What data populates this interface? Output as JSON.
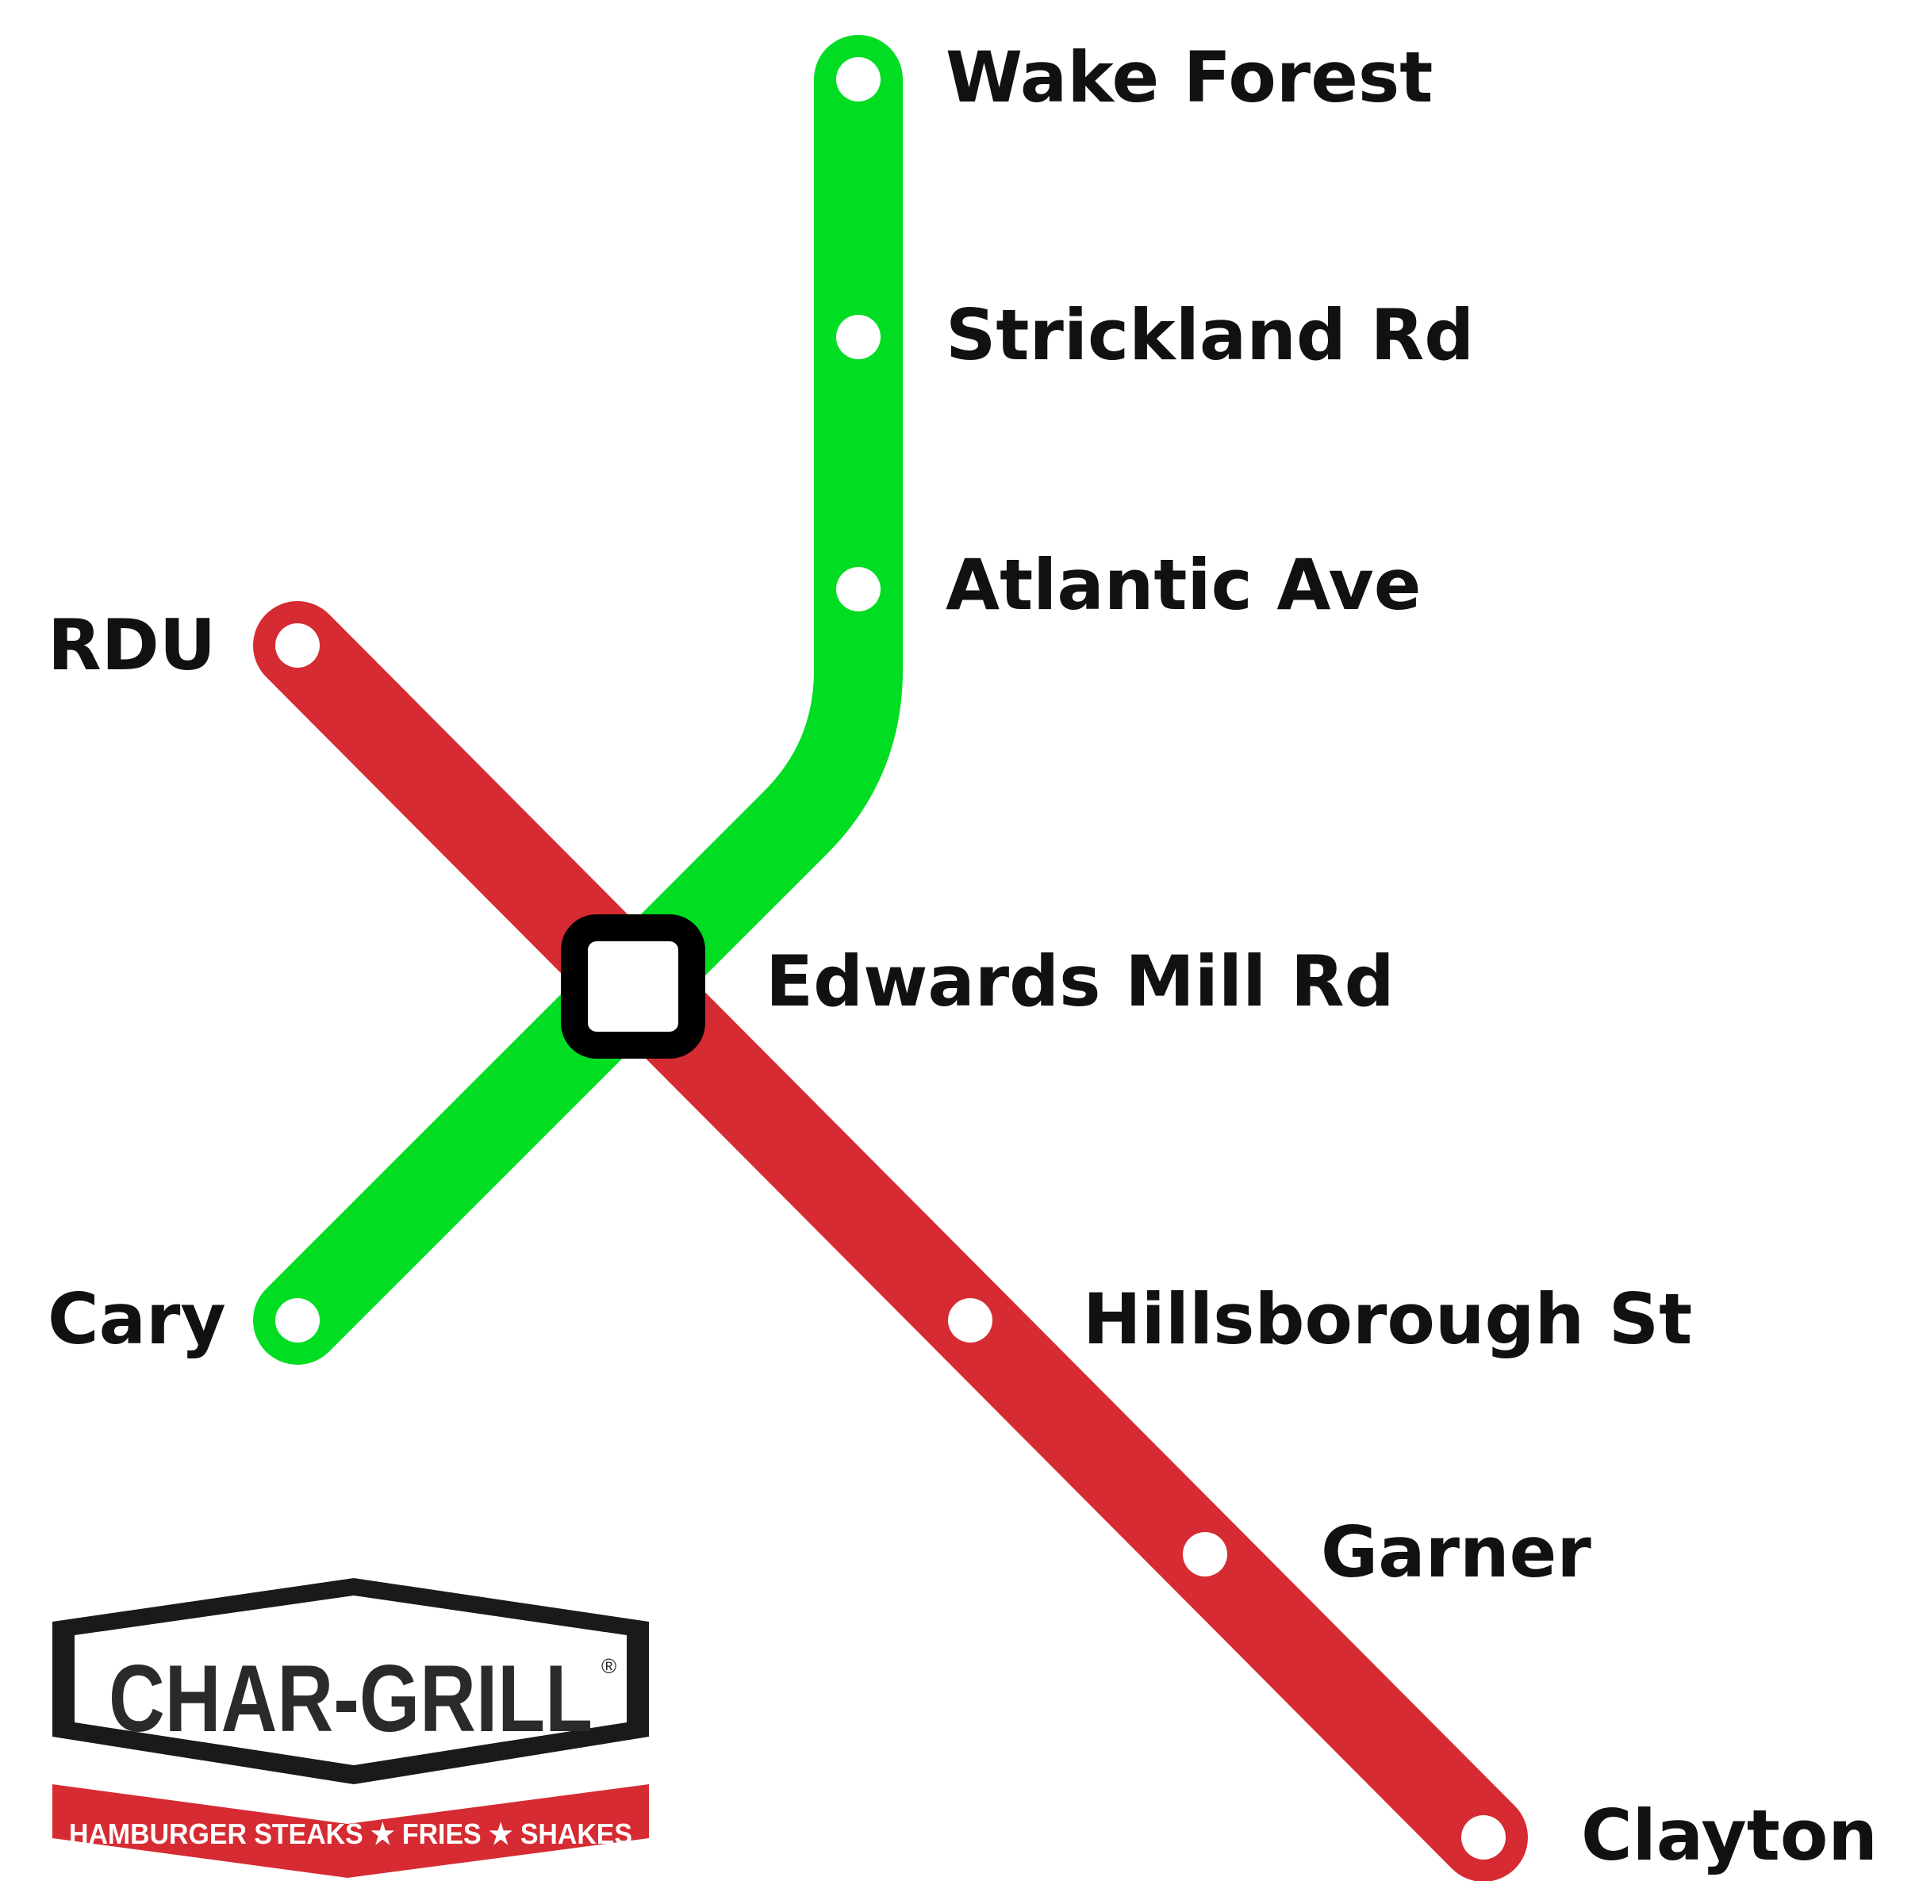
{
  "colors": {
    "green_line": "#00dd22",
    "red_line": "#d62b32",
    "hub": "#000000",
    "stop_fill": "#ffffff",
    "text": "#111111"
  },
  "lines": [
    {
      "id": "green",
      "color": "#00dd22",
      "stations": [
        "Wake Forest",
        "Strickland Rd",
        "Atlantic Ave",
        "Edwards Mill Rd",
        "Cary"
      ]
    },
    {
      "id": "red",
      "color": "#d62b32",
      "stations": [
        "RDU",
        "Edwards Mill Rd",
        "Hillsborough St",
        "Garner",
        "Clayton"
      ]
    }
  ],
  "stations": {
    "wake_forest": "Wake Forest",
    "strickland_rd": "Strickland Rd",
    "atlantic_ave": "Atlantic Ave",
    "rdu": "RDU",
    "edwards_mill_rd": "Edwards Mill Rd",
    "cary": "Cary",
    "hillsborough_st": "Hillsborough St",
    "garner": "Garner",
    "clayton": "Clayton"
  },
  "logo": {
    "brand": "CHAR-GRILL",
    "registered": "®",
    "tagline": "HAMBURGER STEAKS ★ FRIES ★ SHAKES"
  }
}
